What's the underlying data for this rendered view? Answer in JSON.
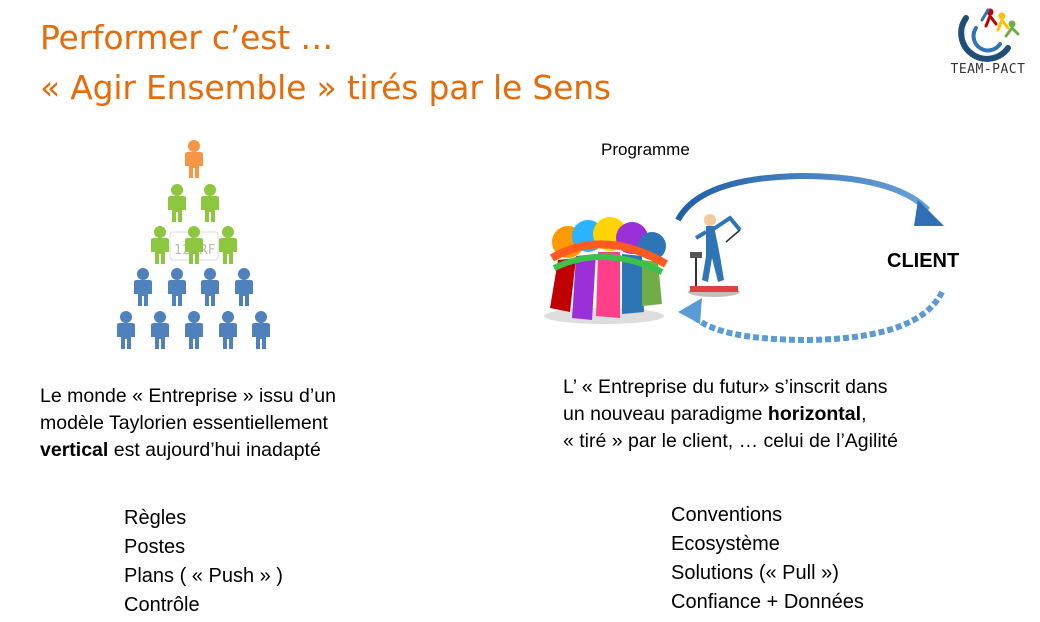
{
  "title": {
    "line1": "Performer c’est  …",
    "line2": "« Agir Ensemble » tirés par le Sens"
  },
  "logo": {
    "text": "TEAM-PACT",
    "colors": [
      "#1f4e79",
      "#2e75b6",
      "#70ad47",
      "#ffc000",
      "#c00000"
    ]
  },
  "accent_color": "#e46c0a",
  "left": {
    "description": {
      "part1": "Le monde « Entreprise » issu d’un",
      "part2": "modèle Taylorien essentiellement",
      "part3_bold": "vertical",
      "part3_rest": " est aujourd’hui inadapté"
    },
    "items": [
      "Règles",
      "Postes",
      "Plans ( « Push » )",
      "Contrôle"
    ],
    "watermark": "123RF"
  },
  "right": {
    "programme_label": "Programme",
    "client_label": "CLIENT",
    "description": {
      "part1": "L’ « Entreprise du futur» s’inscrit dans",
      "part2_pre": "un nouveau paradigme ",
      "part2_bold": "horizontal",
      "part2_post": ",",
      "part3": "« tiré » par le client, … celui de l’Agilité"
    },
    "items": [
      "Conventions",
      "Ecosystème",
      "Solutions (« Pull »)",
      "Confiance + Données"
    ]
  }
}
